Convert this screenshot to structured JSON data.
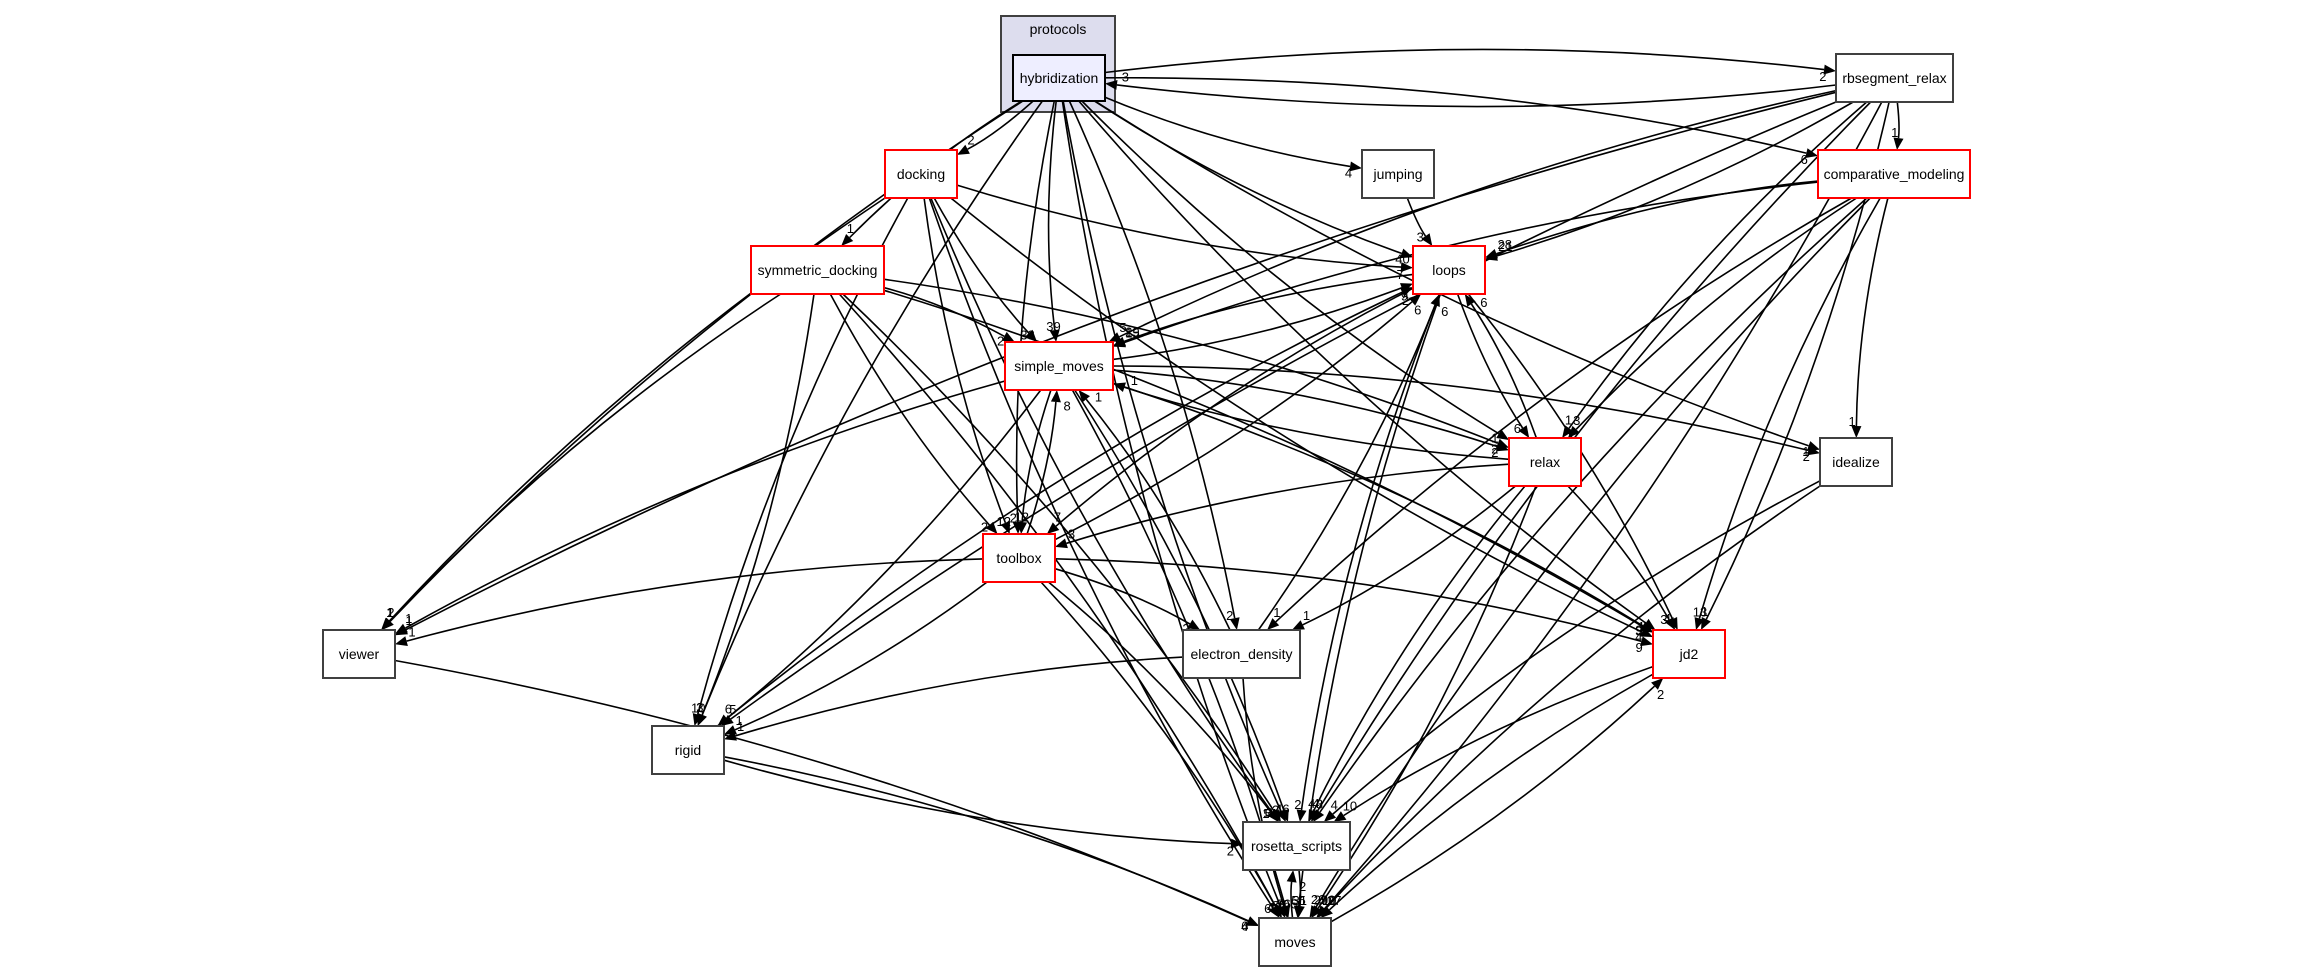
{
  "title": "Directory dependency graph for hybridization",
  "cluster": {
    "label": "protocols"
  },
  "nodes": [
    {
      "id": "hybridization",
      "label": "hybridization",
      "style": "focus"
    },
    {
      "id": "rbsegment_relax",
      "label": "rbsegment_relax",
      "style": "plain"
    },
    {
      "id": "docking",
      "label": "docking",
      "style": "red"
    },
    {
      "id": "jumping",
      "label": "jumping",
      "style": "plain"
    },
    {
      "id": "comparative_modeling",
      "label": "comparative_modeling",
      "style": "red"
    },
    {
      "id": "symmetric_docking",
      "label": "symmetric_docking",
      "style": "red"
    },
    {
      "id": "loops",
      "label": "loops",
      "style": "red"
    },
    {
      "id": "simple_moves",
      "label": "simple_moves",
      "style": "red"
    },
    {
      "id": "relax",
      "label": "relax",
      "style": "red"
    },
    {
      "id": "idealize",
      "label": "idealize",
      "style": "plain"
    },
    {
      "id": "toolbox",
      "label": "toolbox",
      "style": "red"
    },
    {
      "id": "viewer",
      "label": "viewer",
      "style": "plain"
    },
    {
      "id": "electron_density",
      "label": "electron_density",
      "style": "plain"
    },
    {
      "id": "jd2",
      "label": "jd2",
      "style": "red"
    },
    {
      "id": "rigid",
      "label": "rigid",
      "style": "plain"
    },
    {
      "id": "rosetta_scripts",
      "label": "rosetta_scripts",
      "style": "plain"
    },
    {
      "id": "moves",
      "label": "moves",
      "style": "plain"
    }
  ],
  "edges": [
    {
      "from": "rbsegment_relax",
      "to": "hybridization",
      "label": "3"
    },
    {
      "from": "hybridization",
      "to": "rbsegment_relax",
      "label": "2"
    },
    {
      "from": "hybridization",
      "to": "docking",
      "label": "2"
    },
    {
      "from": "hybridization",
      "to": "jumping",
      "label": "4"
    },
    {
      "from": "hybridization",
      "to": "comparative_modeling",
      "label": "6"
    },
    {
      "from": "hybridization",
      "to": "symmetric_docking",
      "label": "1"
    },
    {
      "from": "hybridization",
      "to": "loops",
      "label": "40"
    },
    {
      "from": "hybridization",
      "to": "simple_moves",
      "label": "39"
    },
    {
      "from": "hybridization",
      "to": "relax",
      "label": "1"
    },
    {
      "from": "hybridization",
      "to": "idealize",
      "label": "1"
    },
    {
      "from": "hybridization",
      "to": "toolbox",
      "label": "2"
    },
    {
      "from": "hybridization",
      "to": "viewer",
      "label": "2"
    },
    {
      "from": "hybridization",
      "to": "electron_density",
      "label": "2"
    },
    {
      "from": "hybridization",
      "to": "jd2",
      "label": "10"
    },
    {
      "from": "hybridization",
      "to": "rigid",
      "label": "2"
    },
    {
      "from": "hybridization",
      "to": "rosetta_scripts",
      "label": "2"
    },
    {
      "from": "hybridization",
      "to": "moves",
      "label": "65"
    },
    {
      "from": "rbsegment_relax",
      "to": "comparative_modeling",
      "label": "1"
    },
    {
      "from": "rbsegment_relax",
      "to": "loops",
      "label": "21"
    },
    {
      "from": "rbsegment_relax",
      "to": "simple_moves",
      "label": "5"
    },
    {
      "from": "rbsegment_relax",
      "to": "relax",
      "label": "1"
    },
    {
      "from": "rbsegment_relax",
      "to": "jd2",
      "label": "1"
    },
    {
      "from": "rbsegment_relax",
      "to": "rosetta_scripts",
      "label": "4"
    },
    {
      "from": "rbsegment_relax",
      "to": "moves",
      "label": "50"
    },
    {
      "from": "rbsegment_relax",
      "to": "rigid",
      "label": "5"
    },
    {
      "from": "rbsegment_relax",
      "to": "viewer",
      "label": "1"
    },
    {
      "from": "jumping",
      "to": "loops",
      "label": "3"
    },
    {
      "from": "comparative_modeling",
      "to": "loops",
      "label": "28"
    },
    {
      "from": "comparative_modeling",
      "to": "simple_moves",
      "label": "15"
    },
    {
      "from": "comparative_modeling",
      "to": "relax",
      "label": "3"
    },
    {
      "from": "comparative_modeling",
      "to": "idealize",
      "label": "1"
    },
    {
      "from": "comparative_modeling",
      "to": "electron_density",
      "label": "1"
    },
    {
      "from": "comparative_modeling",
      "to": "jd2",
      "label": "13"
    },
    {
      "from": "comparative_modeling",
      "to": "rosetta_scripts",
      "label": "3"
    },
    {
      "from": "comparative_modeling",
      "to": "moves",
      "label": "26"
    },
    {
      "from": "docking",
      "to": "loops",
      "label": "7"
    },
    {
      "from": "docking",
      "to": "simple_moves",
      "label": "38"
    },
    {
      "from": "docking",
      "to": "toolbox",
      "label": "12"
    },
    {
      "from": "docking",
      "to": "viewer",
      "label": "1"
    },
    {
      "from": "docking",
      "to": "rigid",
      "label": "10"
    },
    {
      "from": "docking",
      "to": "rosetta_scripts",
      "label": "5"
    },
    {
      "from": "docking",
      "to": "moves",
      "label": "60"
    },
    {
      "from": "docking",
      "to": "jd2",
      "label": "4"
    },
    {
      "from": "symmetric_docking",
      "to": "simple_moves",
      "label": "20"
    },
    {
      "from": "symmetric_docking",
      "to": "toolbox",
      "label": "2"
    },
    {
      "from": "symmetric_docking",
      "to": "viewer",
      "label": "1"
    },
    {
      "from": "symmetric_docking",
      "to": "rigid",
      "label": "3"
    },
    {
      "from": "symmetric_docking",
      "to": "rosetta_scripts",
      "label": "3"
    },
    {
      "from": "symmetric_docking",
      "to": "moves",
      "label": "46"
    },
    {
      "from": "symmetric_docking",
      "to": "relax",
      "label": "2"
    },
    {
      "from": "symmetric_docking",
      "to": "jd2",
      "label": "3"
    },
    {
      "from": "loops",
      "to": "simple_moves",
      "label": "29"
    },
    {
      "from": "simple_moves",
      "to": "loops",
      "label": "9"
    },
    {
      "from": "loops",
      "to": "toolbox",
      "label": "7"
    },
    {
      "from": "toolbox",
      "to": "loops",
      "label": "6"
    },
    {
      "from": "loops",
      "to": "relax",
      "label": "6"
    },
    {
      "from": "relax",
      "to": "loops",
      "label": "6"
    },
    {
      "from": "loops",
      "to": "jd2",
      "label": "4"
    },
    {
      "from": "loops",
      "to": "rosetta_scripts",
      "label": "2"
    },
    {
      "from": "loops",
      "to": "moves",
      "label": "55"
    },
    {
      "from": "simple_moves",
      "to": "toolbox",
      "label": "12"
    },
    {
      "from": "toolbox",
      "to": "simple_moves",
      "label": "8"
    },
    {
      "from": "simple_moves",
      "to": "relax",
      "label": "2"
    },
    {
      "from": "relax",
      "to": "simple_moves",
      "label": "1"
    },
    {
      "from": "simple_moves",
      "to": "idealize",
      "label": "2"
    },
    {
      "from": "simple_moves",
      "to": "viewer",
      "label": "1"
    },
    {
      "from": "simple_moves",
      "to": "rigid",
      "label": "6"
    },
    {
      "from": "simple_moves",
      "to": "jd2",
      "label": "9"
    },
    {
      "from": "simple_moves",
      "to": "rosetta_scripts",
      "label": "46"
    },
    {
      "from": "simple_moves",
      "to": "moves",
      "label": "265"
    },
    {
      "from": "relax",
      "to": "toolbox",
      "label": "3"
    },
    {
      "from": "relax",
      "to": "electron_density",
      "label": "1"
    },
    {
      "from": "relax",
      "to": "jd2",
      "label": "3"
    },
    {
      "from": "relax",
      "to": "rosetta_scripts",
      "label": "4"
    },
    {
      "from": "relax",
      "to": "moves",
      "label": "29"
    },
    {
      "from": "idealize",
      "to": "rosetta_scripts",
      "label": "4"
    },
    {
      "from": "idealize",
      "to": "moves",
      "label": "10"
    },
    {
      "from": "toolbox",
      "to": "viewer",
      "label": "1"
    },
    {
      "from": "toolbox",
      "to": "electron_density",
      "label": "2"
    },
    {
      "from": "toolbox",
      "to": "rigid",
      "label": "1"
    },
    {
      "from": "toolbox",
      "to": "jd2",
      "label": "9"
    },
    {
      "from": "toolbox",
      "to": "rosetta_scripts",
      "label": "14"
    },
    {
      "from": "toolbox",
      "to": "moves",
      "label": "40"
    },
    {
      "from": "electron_density",
      "to": "loops",
      "label": "6"
    },
    {
      "from": "electron_density",
      "to": "simple_moves",
      "label": "1"
    },
    {
      "from": "electron_density",
      "to": "rigid",
      "label": "1"
    },
    {
      "from": "electron_density",
      "to": "moves",
      "label": "10"
    },
    {
      "from": "viewer",
      "to": "moves",
      "label": "4"
    },
    {
      "from": "rigid",
      "to": "loops",
      "label": "2"
    },
    {
      "from": "rigid",
      "to": "rosetta_scripts",
      "label": "2"
    },
    {
      "from": "rigid",
      "to": "moves",
      "label": "6"
    },
    {
      "from": "jd2",
      "to": "rosetta_scripts",
      "label": "10"
    },
    {
      "from": "jd2",
      "to": "moves",
      "label": "27"
    },
    {
      "from": "moves",
      "to": "jd2",
      "label": "2"
    },
    {
      "from": "rosetta_scripts",
      "to": "moves",
      "label": "31"
    },
    {
      "from": "moves",
      "to": "rosetta_scripts",
      "label": "2"
    }
  ]
}
